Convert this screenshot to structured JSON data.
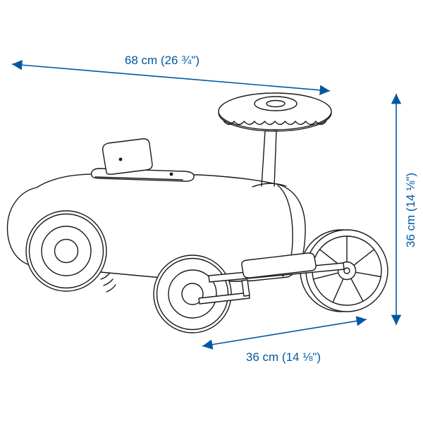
{
  "diagram": {
    "type": "product-dimension-diagram",
    "subject": "ride-on-toy-car",
    "dimensions": {
      "width": {
        "label": "68 cm (26 ¾\")"
      },
      "height": {
        "label": "36 cm (14 ⅛\")"
      },
      "depth": {
        "label": "36 cm (14 ⅛\")"
      }
    },
    "colors": {
      "dimension_accent": "#0058a3",
      "line_art": "#1a1a1a",
      "background": "#ffffff"
    }
  }
}
